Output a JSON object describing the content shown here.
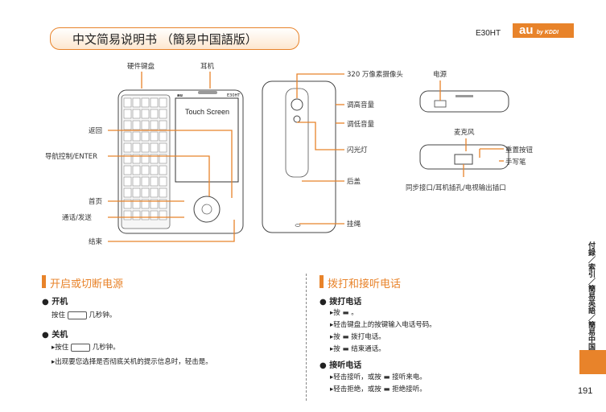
{
  "header": {
    "title": "中文简易说明书 （簡易中国語版）",
    "model": "E30HT",
    "logo": "au",
    "logo_by": "by KDDI"
  },
  "diagram": {
    "device_screen_text": "Touch Screen",
    "device_brand": "au",
    "device_model_small": "E30HT",
    "labels_front": {
      "keyboard": "硬件键盘",
      "earpiece": "耳机",
      "back": "返回",
      "nav": "导航控制/ENTER",
      "home": "首页",
      "call": "通话/发送",
      "end": "结束"
    },
    "labels_back": {
      "camera": "320 万像素摄像头",
      "vol_up": "调高音量",
      "vol_down": "调低音量",
      "flash": "闪光灯",
      "cover": "后盖",
      "strap": "挂绳"
    },
    "labels_side": {
      "power": "电源",
      "mic": "麦克风",
      "reset": "重置按钮",
      "stylus": "手写笔",
      "sync": "同步接口/耳机插孔/电视输出插口"
    }
  },
  "section_power": {
    "title": "开启或切断电源",
    "on_heading": "开机",
    "on_text_pre": "按住",
    "on_text_post": "几秒钟。",
    "off_heading": "关机",
    "off_step1_pre": "按住",
    "off_step1_post": "几秒钟。",
    "off_step2": "出现要您选择是否彻底关机的提示信息时，轻击是。"
  },
  "section_call": {
    "title": "拨打和接听电话",
    "make_heading": "拨打电话",
    "make_step1_pre": "按",
    "make_step1_post": "。",
    "make_step2": "轻击键盘上的按键输入电话号码。",
    "make_step3_pre": "按",
    "make_step3_post": "拨打电话。",
    "make_step4_pre": "按",
    "make_step4_post": "结束通话。",
    "answer_heading": "接听电话",
    "answer_step1_pre": "轻击接听，或按",
    "answer_step1_post": "接听来电。",
    "answer_step2_pre": "轻击拒绝，或按",
    "answer_step2_post": "拒绝接听。"
  },
  "side_nav": {
    "item1": "付録",
    "sep1": "／",
    "item2": "索引",
    "sep2": "／",
    "item3": "簡易英語",
    "sep3": "／",
    "item4": "簡易中国語"
  },
  "page_number": "191"
}
